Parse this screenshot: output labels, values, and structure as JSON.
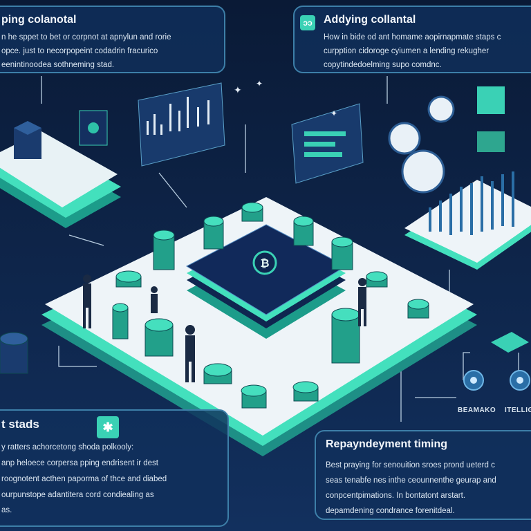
{
  "panels": {
    "top_left": {
      "title": "ping colanotal",
      "lines": [
        "n he sppet to bet or corpnot at apnylun and rorie",
        "opce. just to necorpopeint codadrin fracurico",
        "eenintinoodea sothneming stad."
      ]
    },
    "top_right": {
      "icon_text": "ↄↄ",
      "title": "Addying collantal",
      "lines": [
        "How in bide od ant homame aopirnapmate staps c",
        "curpption cidoroge cyiumen a lending rekugher",
        "copytindedoelming supo comdnc."
      ]
    },
    "bottom_left": {
      "title": "t stads",
      "lines": [
        "y ratters achorcetong shoda polkooly:",
        "anp heloece corpersa pping endrisent ir dest",
        "roognotent acthen paporma of thce and diabed",
        "ourpunstope adantitera cord condiealing as",
        "as."
      ]
    },
    "bottom_right": {
      "title": "Repayndeyment timing",
      "lines": [
        "Best praying for senouition sroes prond ueterd c",
        "seas tenabfe nes inthe ceounnenthe geurap and",
        "conpcentpimations. In bontatont arstart.",
        "depamdening condrance forenitdeal."
      ]
    }
  },
  "node_labels": [
    "BEAMAKO",
    "ITELLIG"
  ],
  "colors": {
    "background": "#0c1e3c",
    "accent": "#3ad1b5",
    "panel_border": "#3d7fa8",
    "platform": "#eef4f8"
  }
}
